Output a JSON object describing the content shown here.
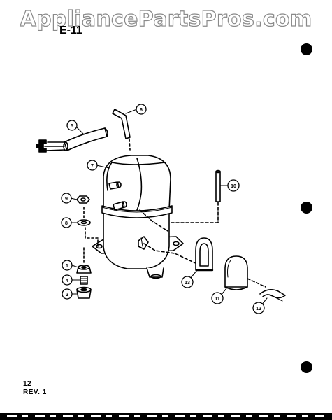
{
  "watermark": "AppliancePartsPros.com",
  "diagram_title": "E-11",
  "footer": {
    "page": "12",
    "revision": "REV. 1"
  },
  "callouts": [
    "1",
    "2",
    "4",
    "5",
    "6",
    "7",
    "8",
    "9",
    "10",
    "11",
    "12",
    "13"
  ],
  "colors": {
    "ink": "#000000",
    "watermark": "#8a8a8a",
    "paper": "#ffffff"
  }
}
